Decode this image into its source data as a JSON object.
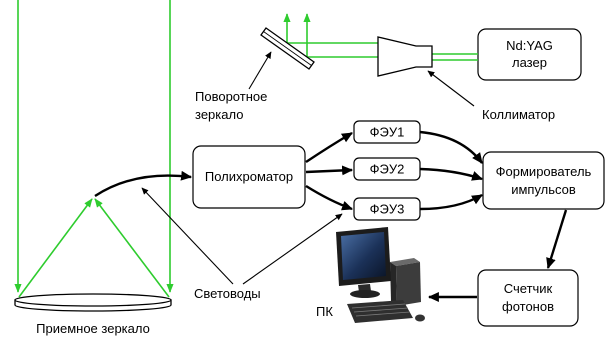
{
  "colors": {
    "beam": "#2ecc2e",
    "ink": "#000000",
    "box_fill": "#ffffff"
  },
  "laser": {
    "line1": "Nd:YAG",
    "line2": "лазер"
  },
  "collimator": {
    "label": "Коллиматор"
  },
  "rotating_mirror": {
    "line1": "Поворотное",
    "line2": "зеркало"
  },
  "polychromator": {
    "label": "Полихроматор"
  },
  "pmts": [
    {
      "label": "ФЭУ1"
    },
    {
      "label": "ФЭУ2"
    },
    {
      "label": "ФЭУ3"
    }
  ],
  "pulse_shaper": {
    "line1": "Формирователь",
    "line2": "импульсов"
  },
  "photon_counter": {
    "line1": "Счетчик",
    "line2": "фотонов"
  },
  "pc": {
    "label": "ПК",
    "icon": "computer-icon"
  },
  "light_guides": {
    "label": "Световоды"
  },
  "receiving_mirror": {
    "label": "Приемное зеркало"
  }
}
